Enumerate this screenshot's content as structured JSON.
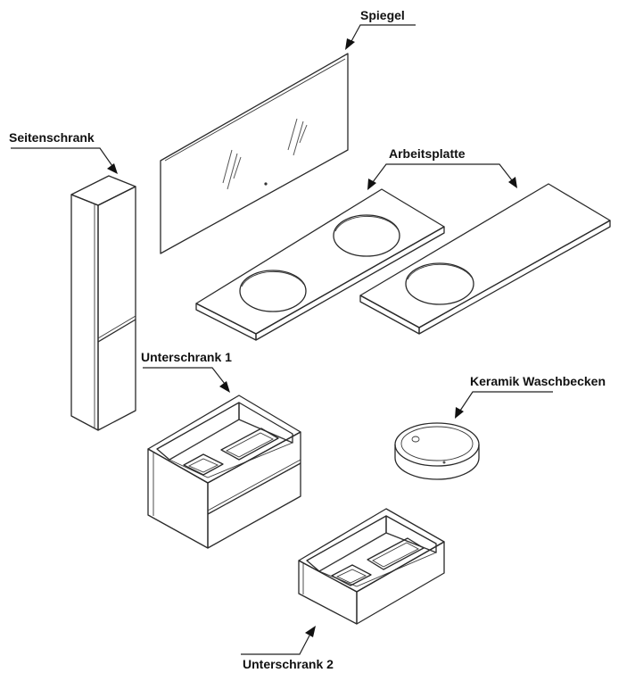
{
  "labels": {
    "mirror": "Spiegel",
    "side_cabinet": "Seitenschrank",
    "countertop": "Arbeitsplatte",
    "base_cabinet_1": "Unterschrank 1",
    "ceramic_basin": "Keramik Waschbecken",
    "base_cabinet_2": "Unterschrank 2"
  },
  "colors": {
    "line": "#2a2a2a",
    "fill_light": "#f7f7f7",
    "fill_side": "#e2e2e2",
    "fill_inner": "#efefef"
  }
}
